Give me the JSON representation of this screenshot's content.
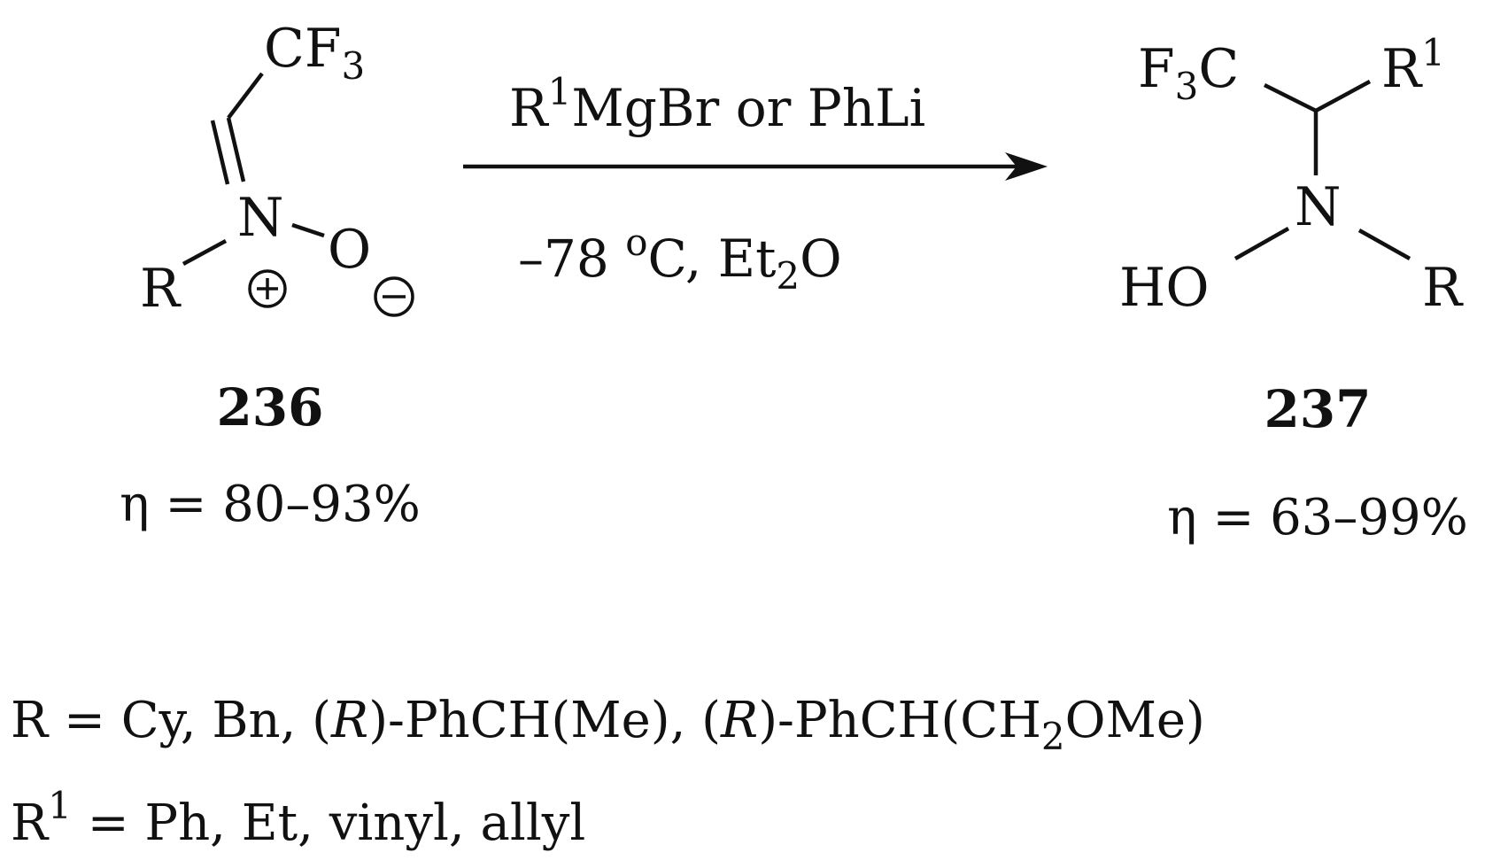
{
  "reactant": {
    "atoms": {
      "cf3_c": "CF",
      "cf3_sub": "3",
      "n": "N",
      "o": "O",
      "r": "R"
    },
    "charges": {
      "plus": "+",
      "minus": "−"
    },
    "label": "236",
    "yield": "η = 80–93%"
  },
  "arrow": {
    "reagent_a": "R",
    "reagent_sup": "1",
    "reagent_b": "MgBr or PhLi",
    "cond_temp": "–78 ",
    "cond_deg": "o",
    "cond_c": "C, Et",
    "cond_sub": "2",
    "cond_o": "O"
  },
  "product": {
    "atoms": {
      "f": "F",
      "f_sub": "3",
      "c": "C",
      "r1": "R",
      "r1_sup": "1",
      "n": "N",
      "ho": "HO",
      "r": "R"
    },
    "label": "237",
    "yield": "η = 63–99%"
  },
  "definitions": {
    "r_line": {
      "t1": "R = Cy, Bn, (",
      "i1": "R",
      "t2": ")-PhCH(Me), (",
      "i2": "R",
      "t3": ")-PhCH(CH",
      "sub": "2",
      "t4": "OMe)"
    },
    "r1_line": {
      "r": "R",
      "sup": "1",
      "rest": " = Ph, Et, vinyl, allyl"
    }
  }
}
